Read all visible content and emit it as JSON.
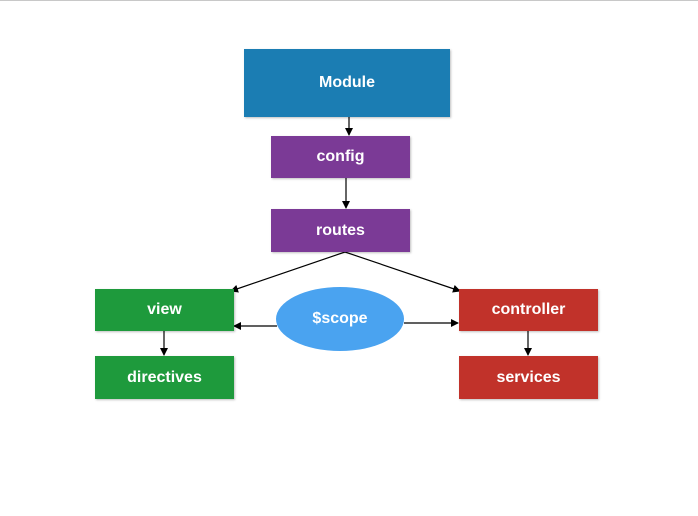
{
  "nodes": {
    "module": {
      "label": "Module",
      "color": "#1b7db3"
    },
    "config": {
      "label": "config",
      "color": "#7b3a96"
    },
    "routes": {
      "label": "routes",
      "color": "#7b3a96"
    },
    "view": {
      "label": "view",
      "color": "#1e9a3c"
    },
    "directives": {
      "label": "directives",
      "color": "#1e9a3c"
    },
    "scope": {
      "label": "$scope",
      "color": "#4aa3f0"
    },
    "controller": {
      "label": "controller",
      "color": "#c1322a"
    },
    "services": {
      "label": "services",
      "color": "#c1322a"
    }
  },
  "edges": [
    {
      "from": "module",
      "to": "config"
    },
    {
      "from": "config",
      "to": "routes"
    },
    {
      "from": "routes",
      "to": "view"
    },
    {
      "from": "routes",
      "to": "controller"
    },
    {
      "from": "scope",
      "to": "view"
    },
    {
      "from": "scope",
      "to": "controller"
    },
    {
      "from": "view",
      "to": "directives"
    },
    {
      "from": "controller",
      "to": "services"
    }
  ],
  "line_color": "#000000"
}
